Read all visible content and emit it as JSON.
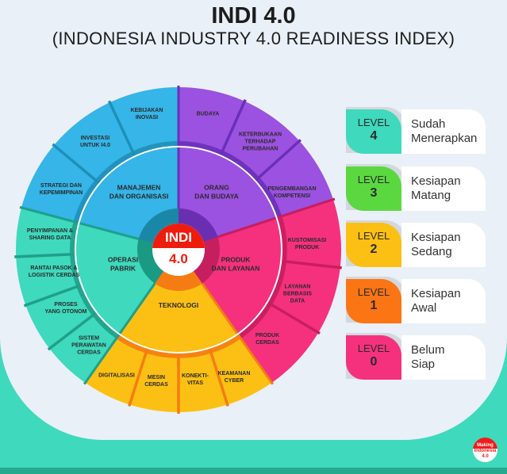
{
  "title": "INDI 4.0",
  "subtitle": "(INDONESIA INDUSTRY 4.0 READINESS INDEX)",
  "center": {
    "line1": "INDI",
    "line2": "4.0"
  },
  "pillars": [
    {
      "name": [
        "MANAJEMEN",
        "DAN ORGANISASI"
      ],
      "color": "#35b5e8",
      "dark": "#1f8fb8",
      "hub": "#1a87a6"
    },
    {
      "name": [
        "ORANG",
        "DAN BUDAYA"
      ],
      "color": "#9b52e0",
      "dark": "#6a2fb8",
      "hub": "#6a2fb0"
    },
    {
      "name": [
        "PRODUK",
        "DAN LAYANAN"
      ],
      "color": "#f5317e",
      "dark": "#c81e5e",
      "hub": "#c51f60"
    },
    {
      "name": [
        "TEKNOLOGI"
      ],
      "color": "#fbc013",
      "dark": "#f57c12",
      "hub": "#f57c12"
    },
    {
      "name": [
        "OPERASI",
        "PABRIK"
      ],
      "color": "#3fd9bd",
      "dark": "#1f9f8a",
      "hub": "#1a9a82"
    }
  ],
  "fields": [
    [
      "KEBIJAKAN",
      "INOVASI"
    ],
    [
      "INVESTASI",
      "UNTUK I4.0"
    ],
    [
      "STRATEGI DAN",
      "KEPEMIMPINAN"
    ],
    [
      "BUDAYA"
    ],
    [
      "KETERBUKAAN",
      "TERHADAP",
      "PERUBAHAN"
    ],
    [
      "PENGEMBANGAN",
      "KOMPETENSI"
    ],
    [
      "KUSTOMISASI",
      "PRODUK"
    ],
    [
      "LAYANAN",
      "BERBASIS",
      "DATA"
    ],
    [
      "PRODUK",
      "CERDAS"
    ],
    [
      "KEAMANAN",
      "CYBER"
    ],
    [
      "KONEKTI-",
      "VITAS"
    ],
    [
      "MESIN",
      "CERDAS"
    ],
    [
      "DIGITALISASI"
    ],
    [
      "SISTEM",
      "PERAWATAN",
      "CERDAS"
    ],
    [
      "PROSES",
      "YANG OTONOM"
    ],
    [
      "RANTAI PASOK &",
      "LOGISTIK CERDAS"
    ],
    [
      "PENYIMPANAN &",
      "SHARING DATA"
    ]
  ],
  "levels": [
    {
      "label": "LEVEL",
      "number": "4",
      "desc": [
        "Sudah",
        "Menerapkan"
      ],
      "color": "#3fd9bd"
    },
    {
      "label": "LEVEL",
      "number": "3",
      "desc": [
        "Kesiapan",
        "Matang"
      ],
      "color": "#5bd840"
    },
    {
      "label": "LEVEL",
      "number": "2",
      "desc": [
        "Kesiapan",
        "Sedang"
      ],
      "color": "#fbc013"
    },
    {
      "label": "LEVEL",
      "number": "1",
      "desc": [
        "Kesiapan",
        "Awal"
      ],
      "color": "#fb7514"
    },
    {
      "label": "LEVEL",
      "number": "0",
      "desc": [
        "Belum",
        "Siap"
      ],
      "color": "#f5317e"
    }
  ],
  "logo": {
    "line1": "Making",
    "line2": "Indonesia",
    "line3": "4.0"
  }
}
